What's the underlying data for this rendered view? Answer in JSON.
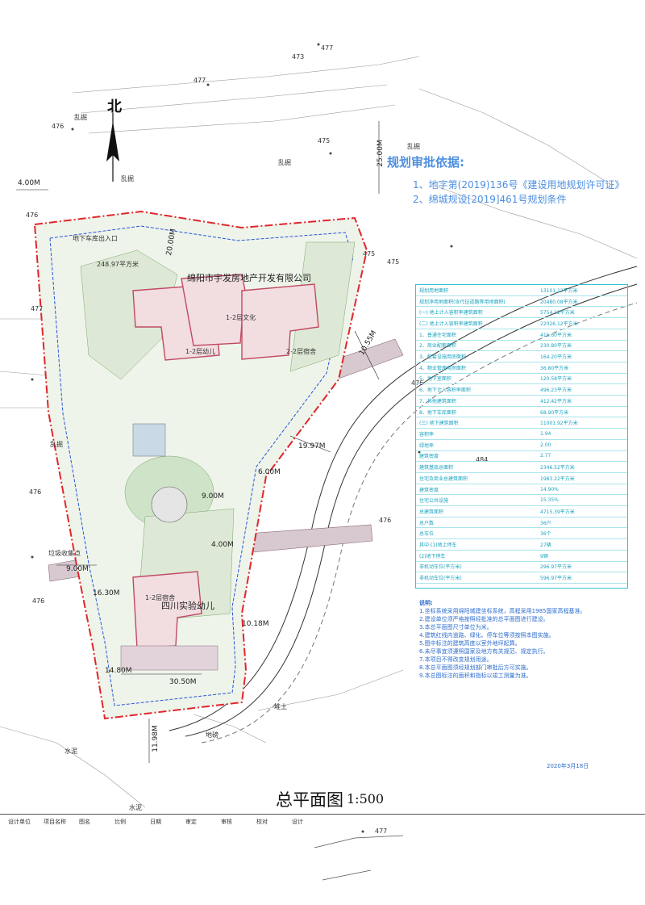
{
  "north_label": "北",
  "planning_basis": {
    "heading": "规划审批依据:",
    "items": [
      "1、地字第(2019)136号《建设用地规划许可证》",
      "2、绵城规设[2019]461号规划条件"
    ]
  },
  "drawing_title": "总平面图",
  "scale": "1:500",
  "date": "2020年3月18日",
  "company_label": "绵阳市宇发房地产开发有限公司",
  "school_label": "四川实验幼儿",
  "building_labels": {
    "b1": "1-2层幼儿",
    "b2": "2-2层宿舍",
    "b3": "1-2层宿舍",
    "b4": "1-2层文化"
  },
  "map_labels": {
    "weeds_1": "乱掘",
    "weeds_2": "乱掘",
    "weeds_3": "乱掘",
    "weeds_4": "乱掘",
    "weeds_5": "乱掘",
    "garbage": "垃圾收集点",
    "lane": "地下车库出入口",
    "area": "248.97平方米",
    "water1": "水泥",
    "water2": "水泥",
    "slope": "堆土",
    "road": "地磅"
  },
  "dimensions": [
    "4.00M",
    "20.00M",
    "25.00M",
    "10.55M",
    "19.97M",
    "9.00M",
    "16.30M",
    "14.80M",
    "30.50M",
    "11.98M",
    "10.18M",
    "4.00M",
    "6.00M",
    "9.00M"
  ],
  "elevations": [
    "476",
    "477",
    "475",
    "476",
    "477",
    "476",
    "475",
    "476",
    "484",
    "477",
    "476",
    "475",
    "473",
    "477",
    "476"
  ],
  "table_rows": [
    [
      "规划用地面积",
      "13101.12平方米"
    ],
    [
      "规划净用地面积(含代征道路等用地面积)",
      "20480.08平方米"
    ],
    [
      "(一) 地上计入容积率建筑面积",
      "5754.12平方米"
    ],
    [
      "(二) 地上计入容积率建筑面积",
      "22026.12平方米"
    ],
    [
      "1、普通住宅面积",
      "415.60平方米"
    ],
    [
      "2、商业配套面积",
      "230.80平方米"
    ],
    [
      "3、配套设施用房面积",
      "164.20平方米"
    ],
    [
      "4、物业管理用房面积",
      "36.80平方米"
    ],
    [
      "5、地下室面积",
      "120.58平方米"
    ],
    [
      "6、地下计入容积率面积",
      "496.23平方米"
    ],
    [
      "7、其他建筑面积",
      "412.42平方米"
    ],
    [
      "8、地下车库面积",
      "68.90平方米"
    ],
    [
      "(三) 地下建筑面积",
      "11001.92平方米"
    ],
    [
      "容积率",
      "1.94"
    ],
    [
      "绿地率",
      "2.00"
    ],
    [
      "建筑密度",
      "2.77"
    ],
    [
      "建筑基底总面积",
      "2346.52平方米"
    ],
    [
      "住宅及商业总建筑面积",
      "1983.22平方米"
    ],
    [
      "建筑密度",
      "14.90%"
    ],
    [
      "住宅公共设施",
      "15.35%"
    ],
    [
      "总建筑面积",
      "4715.39平方米"
    ],
    [
      "总户数",
      "36户"
    ],
    [
      "总车位",
      "36个"
    ],
    [
      "其中:(1)地上停车",
      "27辆"
    ],
    [
      "(2)地下停车",
      "9辆"
    ],
    [
      "非机动车位(平方米)",
      "296.97平方米"
    ],
    [
      "非机动车位(平方米)",
      "596.97平方米"
    ]
  ],
  "notes_heading": "说明:",
  "notes": [
    "1.坐标系统采用绵阳城建坐标系统，高程采用1985国家高程基准。",
    "2.建设单位须严格按照经批准的总平面图进行建设。",
    "3.本总平面图尺寸单位为米。",
    "4.建筑红线内道路、绿化、停车位等须按照本图实施。",
    "5.图中标注的建筑高度以室外地坪起算。",
    "6.未尽事宜须遵照国家及地方有关规范、规定执行。",
    "7.本项目不得改变规划用途。",
    "8.本总平面图须经规划部门审批后方可实施。",
    "9.本总图标注的面积和指标以竣工测量为准。"
  ],
  "title_block": [
    "设计单位",
    "项目名称",
    "图名",
    "比例",
    "日期",
    "审定",
    "审核",
    "校对",
    "设计"
  ]
}
